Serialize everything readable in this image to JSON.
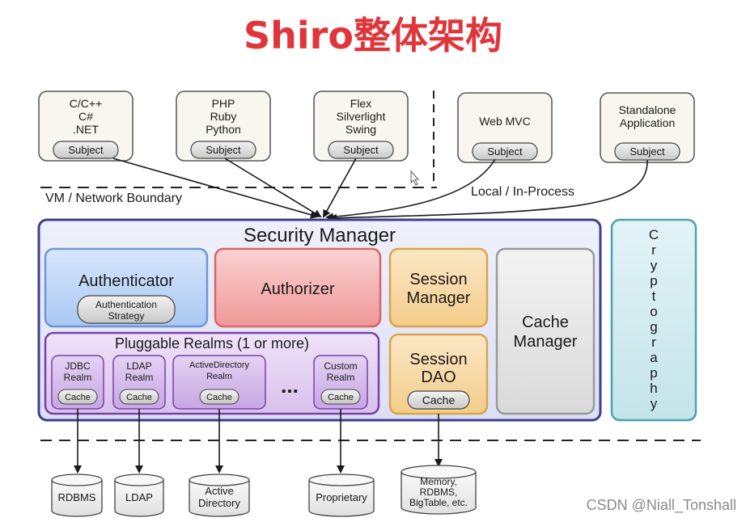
{
  "title": "Shiro整体架构",
  "clients": [
    {
      "lines": [
        "C/C++",
        "C#",
        ".NET"
      ],
      "subject": "Subject"
    },
    {
      "lines": [
        "PHP",
        "Ruby",
        "Python"
      ],
      "subject": "Subject"
    },
    {
      "lines": [
        "Flex",
        "Silverlight",
        "Swing"
      ],
      "subject": "Subject"
    },
    {
      "lines": [
        "Web MVC"
      ],
      "subject": "Subject"
    },
    {
      "lines": [
        "Standalone",
        "Application"
      ],
      "subject": "Subject"
    }
  ],
  "boundary_labels": {
    "vm": "VM / Network Boundary",
    "local": "Local / In-Process"
  },
  "security_manager": {
    "title": "Security Manager",
    "authenticator": {
      "label": "Authenticator",
      "strategy": [
        "Authentication",
        "Strategy"
      ]
    },
    "authorizer": "Authorizer",
    "session_manager": [
      "Session",
      "Manager"
    ],
    "cache_manager": [
      "Cache",
      "Manager"
    ],
    "session_dao": {
      "lines": [
        "Session",
        "DAO"
      ],
      "cache": "Cache"
    },
    "realms": {
      "title": "Pluggable Realms (1 or more)",
      "items": [
        {
          "lines": [
            "JDBC",
            "Realm"
          ],
          "cache": "Cache"
        },
        {
          "lines": [
            "LDAP",
            "Realm"
          ],
          "cache": "Cache"
        },
        {
          "lines": [
            "ActiveDirectory",
            "Realm"
          ],
          "cache": "Cache"
        },
        {
          "lines": [
            "Custom",
            "Realm"
          ],
          "cache": "Cache"
        }
      ],
      "ellipsis": "..."
    }
  },
  "cryptography": [
    "C",
    "r",
    "y",
    "p",
    "t",
    "o",
    "g",
    "r",
    "a",
    "p",
    "h",
    "y"
  ],
  "datastores": [
    {
      "lines": [
        "RDBMS"
      ]
    },
    {
      "lines": [
        "LDAP"
      ]
    },
    {
      "lines": [
        "Active",
        "Directory"
      ]
    },
    {
      "lines": [
        "Proprietary"
      ]
    },
    {
      "lines": [
        "Memory,",
        "RDBMS,",
        "BigTable, etc."
      ]
    }
  ],
  "watermark": "CSDN @Niall_Tonshall"
}
